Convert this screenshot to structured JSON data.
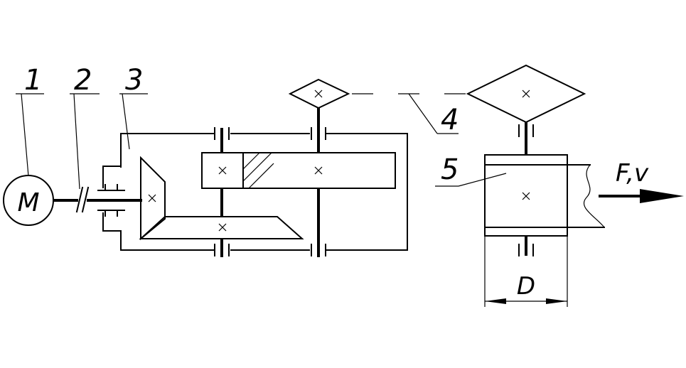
{
  "diagram": {
    "labels": {
      "motor": "M",
      "callout_1": "1",
      "callout_2": "2",
      "callout_3": "3",
      "callout_4": "4",
      "callout_5": "5",
      "force": "F,v",
      "diameter": "D"
    }
  }
}
